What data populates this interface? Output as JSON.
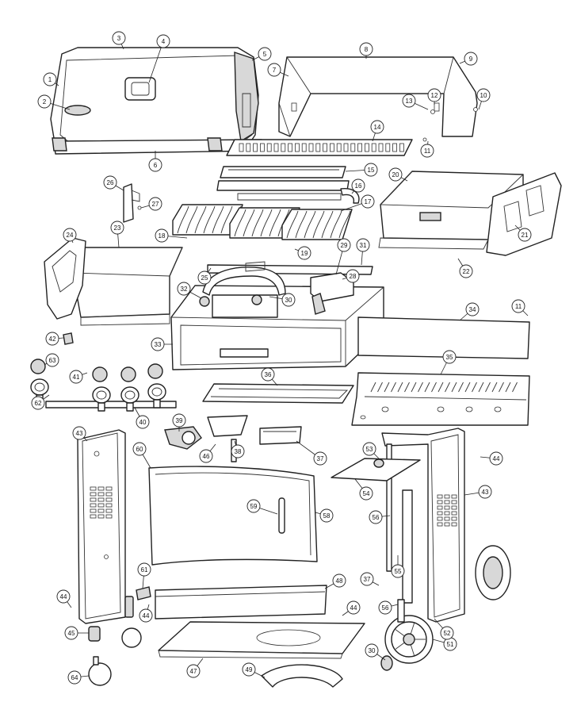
{
  "callouts": [
    {
      "id": "c1",
      "label": "1"
    },
    {
      "id": "c2",
      "label": "2"
    },
    {
      "id": "c3",
      "label": "3"
    },
    {
      "id": "c4",
      "label": "4"
    },
    {
      "id": "c5",
      "label": "5"
    },
    {
      "id": "c6",
      "label": "6"
    },
    {
      "id": "c7",
      "label": "7"
    },
    {
      "id": "c8",
      "label": "8"
    },
    {
      "id": "c9",
      "label": "9"
    },
    {
      "id": "c10",
      "label": "10"
    },
    {
      "id": "c11a",
      "label": "11"
    },
    {
      "id": "c11b",
      "label": "11"
    },
    {
      "id": "c12",
      "label": "12"
    },
    {
      "id": "c13",
      "label": "13"
    },
    {
      "id": "c14",
      "label": "14"
    },
    {
      "id": "c15",
      "label": "15"
    },
    {
      "id": "c16",
      "label": "16"
    },
    {
      "id": "c17",
      "label": "17"
    },
    {
      "id": "c18",
      "label": "18"
    },
    {
      "id": "c19",
      "label": "19"
    },
    {
      "id": "c20",
      "label": "20"
    },
    {
      "id": "c21",
      "label": "21"
    },
    {
      "id": "c22",
      "label": "22"
    },
    {
      "id": "c23",
      "label": "23"
    },
    {
      "id": "c24",
      "label": "24"
    },
    {
      "id": "c25",
      "label": "25"
    },
    {
      "id": "c26",
      "label": "26"
    },
    {
      "id": "c27",
      "label": "27"
    },
    {
      "id": "c28",
      "label": "28"
    },
    {
      "id": "c29",
      "label": "29"
    },
    {
      "id": "c30a",
      "label": "30"
    },
    {
      "id": "c30b",
      "label": "30"
    },
    {
      "id": "c31",
      "label": "31"
    },
    {
      "id": "c32",
      "label": "32"
    },
    {
      "id": "c33",
      "label": "33"
    },
    {
      "id": "c34",
      "label": "34"
    },
    {
      "id": "c35",
      "label": "35"
    },
    {
      "id": "c36",
      "label": "36"
    },
    {
      "id": "c37a",
      "label": "37"
    },
    {
      "id": "c37b",
      "label": "37"
    },
    {
      "id": "c38",
      "label": "38"
    },
    {
      "id": "c39",
      "label": "39"
    },
    {
      "id": "c40",
      "label": "40"
    },
    {
      "id": "c41",
      "label": "41"
    },
    {
      "id": "c42",
      "label": "42"
    },
    {
      "id": "c43a",
      "label": "43"
    },
    {
      "id": "c43b",
      "label": "43"
    },
    {
      "id": "c44a",
      "label": "44"
    },
    {
      "id": "c44b",
      "label": "44"
    },
    {
      "id": "c44c",
      "label": "44"
    },
    {
      "id": "c44d",
      "label": "44"
    },
    {
      "id": "c45",
      "label": "45"
    },
    {
      "id": "c46",
      "label": "46"
    },
    {
      "id": "c47",
      "label": "47"
    },
    {
      "id": "c48",
      "label": "48"
    },
    {
      "id": "c49",
      "label": "49"
    },
    {
      "id": "c51",
      "label": "51"
    },
    {
      "id": "c52",
      "label": "52"
    },
    {
      "id": "c53",
      "label": "53"
    },
    {
      "id": "c54",
      "label": "54"
    },
    {
      "id": "c55",
      "label": "55"
    },
    {
      "id": "c56a",
      "label": "56"
    },
    {
      "id": "c56b",
      "label": "56"
    },
    {
      "id": "c58",
      "label": "58"
    },
    {
      "id": "c59",
      "label": "59"
    },
    {
      "id": "c60",
      "label": "60"
    },
    {
      "id": "c61",
      "label": "61"
    },
    {
      "id": "c62",
      "label": "62"
    },
    {
      "id": "c63",
      "label": "63"
    },
    {
      "id": "c64",
      "label": "64"
    }
  ]
}
